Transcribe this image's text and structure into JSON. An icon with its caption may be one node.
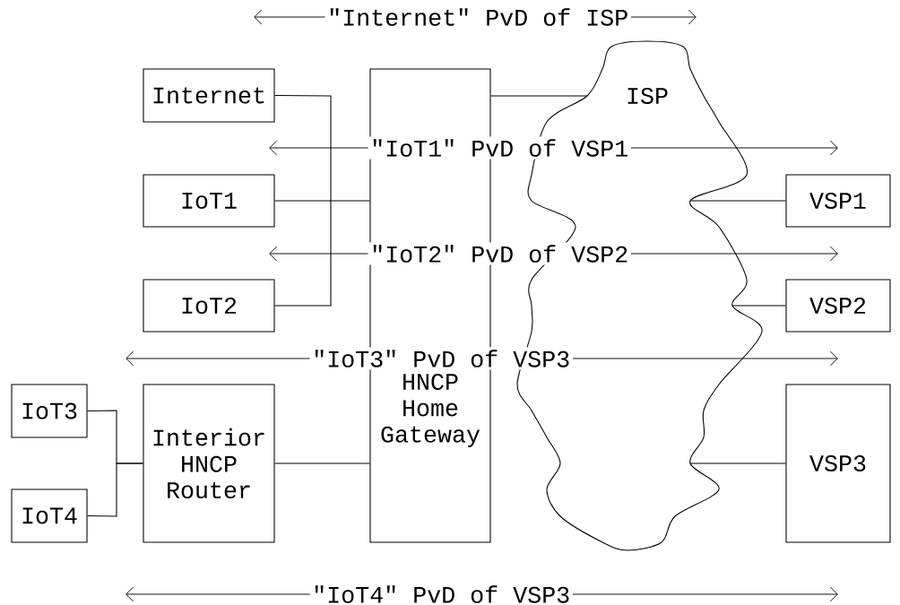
{
  "diagram": {
    "nodes": [
      {
        "text": [
          "Internet"
        ]
      },
      {
        "text": [
          "HNCP Home Gateway"
        ]
      },
      {
        "text": [
          "ISP"
        ]
      },
      {
        "text": [
          "IoT1"
        ]
      },
      {
        "text": [
          "VSP1"
        ]
      },
      {
        "text": [
          "IoT2"
        ]
      },
      {
        "text": [
          "VSP2"
        ]
      },
      {
        "text": [
          "IoT3"
        ]
      },
      {
        "text": [
          "Interior HNCP Router"
        ]
      },
      {
        "text": [
          "VSP3"
        ]
      },
      {
        "text": [
          "IoT4"
        ]
      }
    ],
    "edges": [
      {
        "from": 0,
        "to": 5,
        "arrow": "none"
      },
      {
        "from": 3,
        "to": 1,
        "arrow": "none"
      },
      {
        "from": 1,
        "to": 2,
        "arrow": "none"
      },
      {
        "from": 7,
        "to": 8,
        "arrow": "none"
      },
      {
        "from": 10,
        "to": 8,
        "arrow": "none"
      },
      {
        "from": 8,
        "to": 1,
        "arrow": "none"
      },
      {
        "from": 2,
        "to": 4,
        "arrow": "none"
      },
      {
        "from": 2,
        "to": 6,
        "arrow": "none"
      },
      {
        "from": 2,
        "to": 9,
        "arrow": "none"
      }
    ],
    "labels": [
      "\"Internet\" PvD of ISP",
      "\"IoT1\" PvD of VSP1",
      "\"IoT2\" PvD of VSP2",
      "\"IoT3\" PvD of VSP3",
      "\"IoT4\" PvD of VSP3"
    ]
  }
}
